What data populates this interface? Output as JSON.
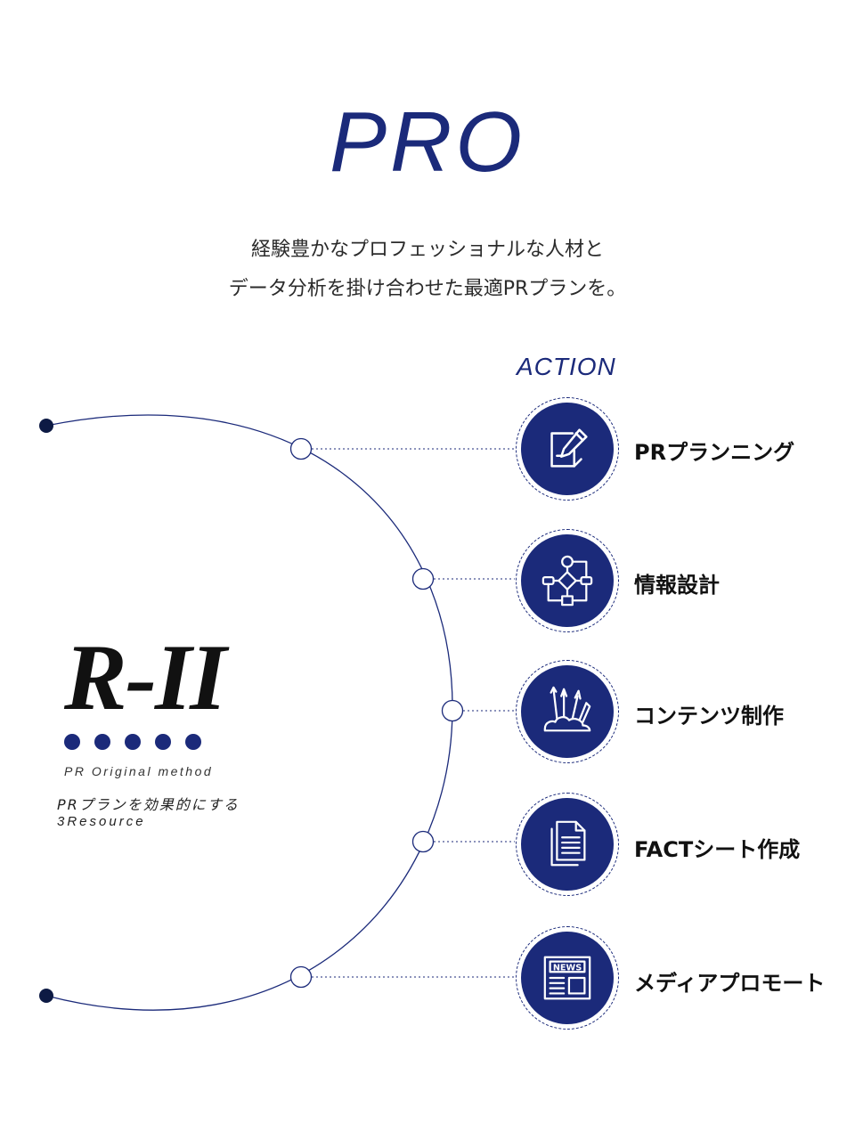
{
  "header": {
    "title": "PRO",
    "subtitle_line1": "経験豊かなプロフェッショナルな人材と",
    "subtitle_line2": "データ分析を掛け合わせた最適PRプランを。"
  },
  "action": {
    "heading": "ACTION",
    "items": [
      {
        "label": "PRプランニング",
        "icon": "edit-document-icon"
      },
      {
        "label": "情報設計",
        "icon": "flowchart-icon"
      },
      {
        "label": "コンテンツ制作",
        "icon": "creative-tools-icon"
      },
      {
        "label": "FACTシート作成",
        "icon": "documents-icon"
      },
      {
        "label": "メディアプロモート",
        "icon": "newspaper-icon"
      }
    ]
  },
  "brand": {
    "logo": "R-II",
    "subtitle": "PR Original method",
    "description_line1": "PRプランを効果的にする",
    "description_line2": "3Resource"
  },
  "colors": {
    "accent": "#1b2a7a",
    "line": "#1b2a7a"
  }
}
